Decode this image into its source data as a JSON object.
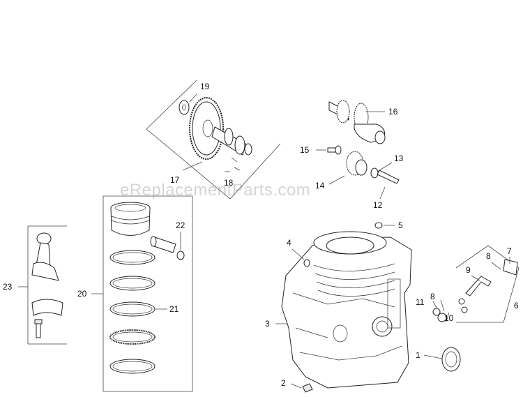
{
  "watermark": "eReplacementParts.com",
  "callouts": {
    "c1": "1",
    "c2": "2",
    "c3": "3",
    "c4": "4",
    "c5": "5",
    "c6": "6",
    "c7": "7",
    "c8a": "8",
    "c8b": "8",
    "c9": "9",
    "c10": "10",
    "c11": "11",
    "c12": "12",
    "c13": "13",
    "c14": "14",
    "c15": "15",
    "c16": "16",
    "c17": "17",
    "c18": "18",
    "c19": "19",
    "c20": "20",
    "c21": "21",
    "c22": "22",
    "c23": "23"
  }
}
